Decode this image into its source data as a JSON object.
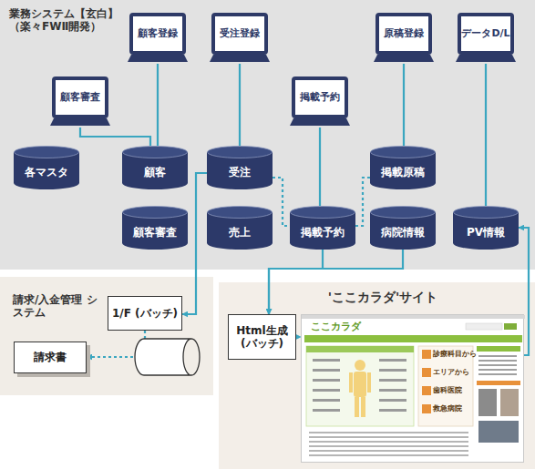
{
  "diagram": {
    "nodes": [
      {
        "text": [
          "業務システム【玄白】 （楽々FWⅡ開発）"
        ]
      },
      {
        "text": [
          "顧客登録"
        ],
        "in": 0
      },
      {
        "text": [
          "受注登録"
        ],
        "in": 0
      },
      {
        "text": [
          "原稿登録"
        ],
        "in": 0
      },
      {
        "text": [
          "データD/L"
        ],
        "in": 0
      },
      {
        "text": [
          "顧客審査"
        ],
        "in": 0
      },
      {
        "text": [
          "掲載予約"
        ],
        "in": 0
      },
      {
        "text": [
          "各マスタ"
        ],
        "in": 0
      },
      {
        "text": [
          "顧客"
        ],
        "in": 0
      },
      {
        "text": [
          "受注"
        ],
        "in": 0
      },
      {
        "text": [
          "掲載原稿"
        ],
        "in": 0
      },
      {
        "text": [
          "顧客審査"
        ],
        "in": 0
      },
      {
        "text": [
          "売上"
        ],
        "in": 0
      },
      {
        "text": [
          "掲載予約"
        ],
        "in": 0
      },
      {
        "text": [
          "病院情報"
        ],
        "in": 0
      },
      {
        "text": [
          "PV情報"
        ],
        "in": 0
      },
      {
        "text": [
          "請求/入金管理 システム"
        ]
      },
      {
        "text": [
          "1/F (バッチ)"
        ],
        "in": 16
      },
      {
        "text": [
          "請求書"
        ],
        "in": 16
      },
      {
        "text": [
          "'ここカラダ'サイト"
        ]
      },
      {
        "text": [
          "Html生成 (バッチ)"
        ],
        "in": 19
      },
      {
        "text": [
          "ここカラダ"
        ],
        "in": 19
      }
    ],
    "edges": [
      {
        "from": 1,
        "to": 8,
        "arrow": "none"
      },
      {
        "from": 5,
        "to": 8,
        "arrow": "none"
      },
      {
        "from": 2,
        "to": 9,
        "arrow": "none"
      },
      {
        "from": 6,
        "to": 13,
        "arrow": "none"
      },
      {
        "from": 3,
        "to": 10,
        "arrow": "none"
      },
      {
        "from": 4,
        "to": 15,
        "arrow": "none"
      },
      {
        "from": 9,
        "to": 13,
        "arrow": "none"
      },
      {
        "from": 10,
        "to": 13,
        "arrow": "none"
      },
      {
        "from": 9,
        "to": 17,
        "arrow": "to"
      },
      {
        "from": 17,
        "to": 18,
        "arrow": "to"
      },
      {
        "from": 13,
        "to": 20,
        "arrow": "to"
      },
      {
        "from": 14,
        "to": 20,
        "arrow": "to"
      },
      {
        "from": 20,
        "to": 21,
        "arrow": "to"
      },
      {
        "from": 21,
        "to": 15,
        "arrow": "to"
      }
    ],
    "labels": [
      "診療科目から",
      "エリアから",
      "歯科医院",
      "救急病院"
    ]
  }
}
